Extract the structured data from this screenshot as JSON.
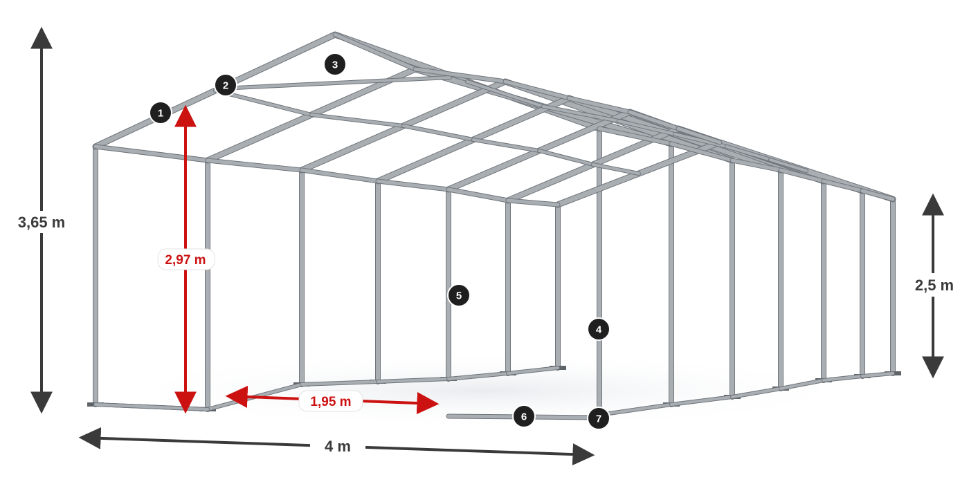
{
  "dimensions": {
    "total_height": "3,65 m",
    "side_height": "2,5 m",
    "eave_height": "2,97 m",
    "bay_spacing": "1,95 m",
    "width": "4 m"
  },
  "callouts": [
    "1",
    "2",
    "3",
    "4",
    "5",
    "6",
    "7"
  ],
  "colors": {
    "dimension_dark": "#3a3a3a",
    "dimension_red": "#cc1111",
    "frame": "#a9aeb3",
    "frame_edge": "#6f757b",
    "badge": "#1f1f1f"
  }
}
